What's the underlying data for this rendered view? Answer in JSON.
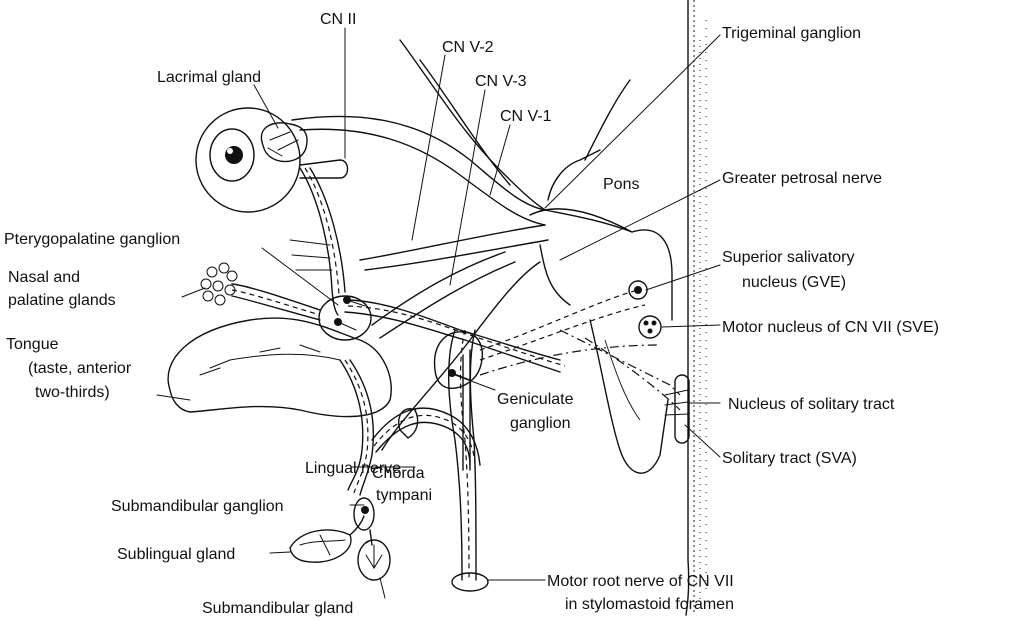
{
  "labels": {
    "cn2": "CN II",
    "trigeminal_ganglion": "Trigeminal ganglion",
    "lacrimal_gland": "Lacrimal gland",
    "cn_v2": "CN V-2",
    "cn_v3": "CN V-3",
    "cn_v1": "CN V-1",
    "pons": "Pons",
    "greater_petrosal": "Greater petrosal nerve",
    "pterygopalatine": "Pterygopalatine ganglion",
    "superior_salivatory_1": "Superior salivatory",
    "superior_salivatory_2": "nucleus (GVE)",
    "nasal_1": "Nasal and",
    "nasal_2": "palatine glands",
    "motor_nucleus": "Motor nucleus of CN VII (SVE)",
    "tongue_1": "Tongue",
    "tongue_2": "(taste, anterior",
    "tongue_3": "two-thirds)",
    "nucleus_solitary": "Nucleus of solitary tract",
    "geniculate_1": "Geniculate",
    "geniculate_2": "ganglion",
    "solitary_tract": "Solitary tract (SVA)",
    "lingual_nerve": "Lingual nerve",
    "chorda_1": "Chorda",
    "chorda_2": "tympani",
    "submandibular_ganglion": "Submandibular ganglion",
    "sublingual_gland": "Sublingual gland",
    "motor_root_1": "Motor root nerve of CN VII",
    "motor_root_2": "in stylomastoid foramen",
    "submandibular_gland": "Submandibular gland"
  }
}
